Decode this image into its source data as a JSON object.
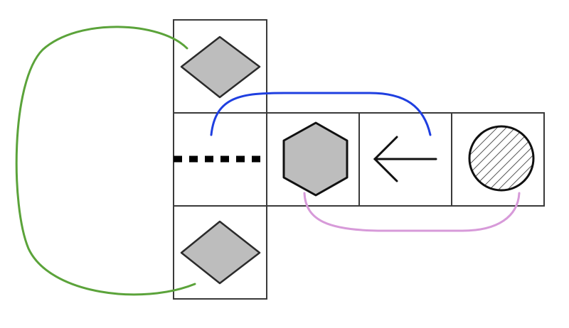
{
  "net": {
    "cells": [
      {
        "id": "top",
        "content": "diamond"
      },
      {
        "id": "middle-left",
        "content": "dotted-edge"
      },
      {
        "id": "middle-center",
        "content": "hexagon"
      },
      {
        "id": "middle-right",
        "content": "arrow-left"
      },
      {
        "id": "far-right",
        "content": "hatched-circle"
      },
      {
        "id": "bottom",
        "content": "diamond"
      }
    ],
    "connections": [
      {
        "id": "green",
        "from": "top",
        "to": "bottom",
        "color": "#5ba33a"
      },
      {
        "id": "blue",
        "from": "middle-left",
        "to": "middle-right",
        "color": "#1f3fe0"
      },
      {
        "id": "pink",
        "from": "middle-center",
        "to": "far-right",
        "color": "#d79ad9"
      }
    ]
  },
  "colors": {
    "shape_fill": "#bdbdbd",
    "line": "#2b2b2b",
    "hatch": "#555555",
    "background": "#ffffff"
  },
  "icons": [
    "diamond-icon",
    "hexagon-icon",
    "arrow-left-icon",
    "hatched-circle-icon",
    "dotted-line-icon"
  ]
}
